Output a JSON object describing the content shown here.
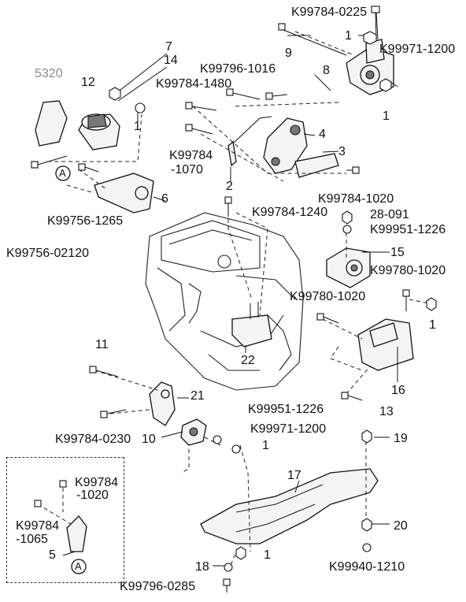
{
  "labels": {
    "k99784_0225": "K99784-0225",
    "k99971_1200_top": "K99971-1200",
    "k99796_1016": "K99796-1016",
    "k99784_1480": "K99784-1480",
    "k99784_1070_a": "K99784",
    "k99784_1070_b": "-1070",
    "k99784_1020_top": "K99784-1020",
    "k99784_1240": "K99784-1240",
    "n28_091": "28-091",
    "k99951_1226_top": "K99951-1226",
    "k99780_1020_right": "K99780-1020",
    "k99780_1020_mid": "K99780-1020",
    "k99756_1265": "K99756-1265",
    "k99756_02120": "K99756-02120",
    "k99951_1226_mid": "K99951-1226",
    "k99971_1200_mid": "K99971-1200",
    "k99784_0230": "K99784-0230",
    "k99784_inset_a": "K99784",
    "k99784_inset_b": "-1020",
    "k99784_inset_c": "K99784",
    "k99784_inset_d": "-1065",
    "k99940_1210": "K99940-1210",
    "k99796_0285": "K99796-0285"
  },
  "numbers": {
    "n1_a": "1",
    "n1_b": "1",
    "n1_c": "1",
    "n1_d": "1",
    "n1_e": "1",
    "n1_f": "1",
    "n2": "2",
    "n3": "3",
    "n4": "4",
    "n5": "5",
    "n6": "6",
    "n7": "7",
    "n8": "8",
    "n9": "9",
    "n10": "10",
    "n11": "11",
    "n12": "12",
    "n13": "13",
    "n14": "14",
    "n15": "15",
    "n16": "16",
    "n17": "17",
    "n18": "18",
    "n19": "19",
    "n20": "20",
    "n21": "21",
    "n22": "22",
    "n5320": "5320",
    "markA1": "A",
    "markA2": "A"
  }
}
